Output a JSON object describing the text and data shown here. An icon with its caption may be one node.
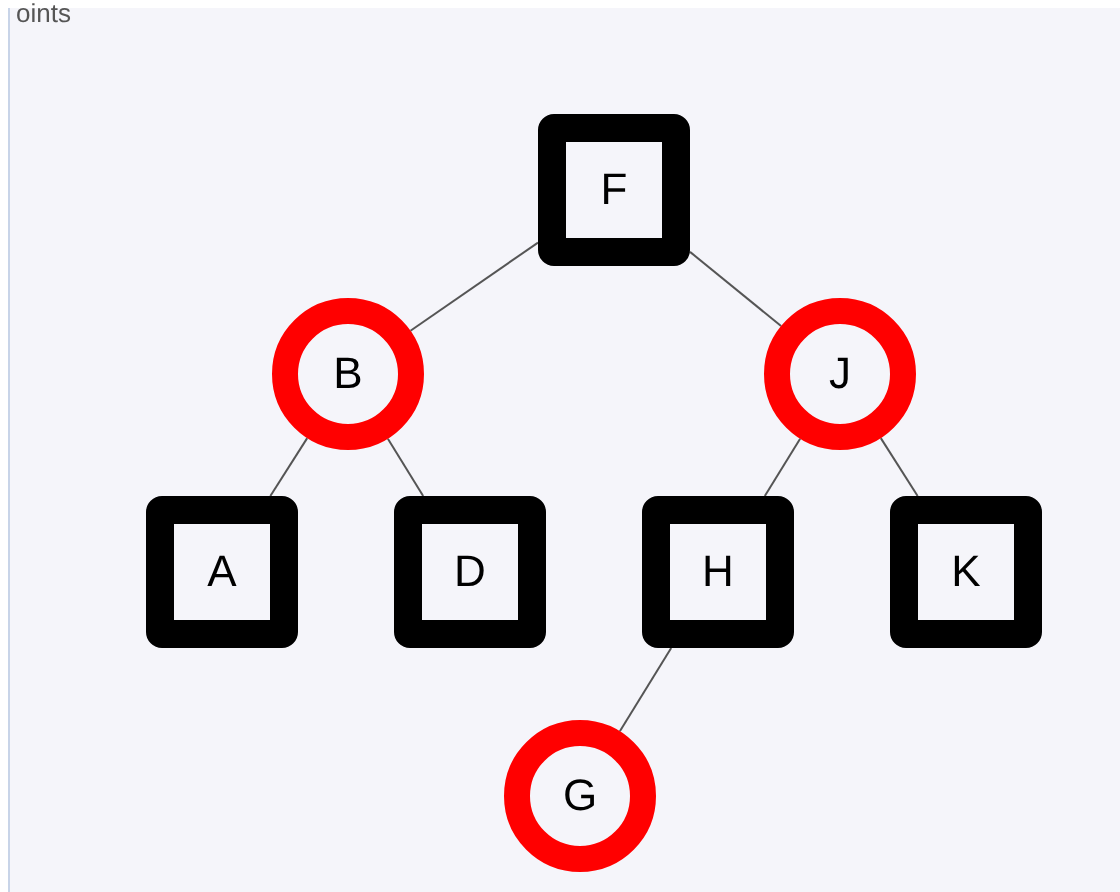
{
  "diagram": {
    "nodes": [
      {
        "text": [
          "F"
        ]
      },
      {
        "text": [
          "B"
        ]
      },
      {
        "text": [
          "J"
        ]
      },
      {
        "text": [
          "A"
        ]
      },
      {
        "text": [
          "D"
        ]
      },
      {
        "text": [
          "H"
        ]
      },
      {
        "text": [
          "K"
        ]
      },
      {
        "text": [
          "G"
        ]
      }
    ],
    "edges": [
      {
        "from": 0,
        "to": 1,
        "arrow": "none"
      },
      {
        "from": 0,
        "to": 2,
        "arrow": "none"
      },
      {
        "from": 1,
        "to": 3,
        "arrow": "none"
      },
      {
        "from": 1,
        "to": 4,
        "arrow": "none"
      },
      {
        "from": 2,
        "to": 5,
        "arrow": "none"
      },
      {
        "from": 2,
        "to": 6,
        "arrow": "none"
      },
      {
        "from": 5,
        "to": 7,
        "arrow": "none"
      }
    ],
    "labels": [
      "oints"
    ]
  }
}
